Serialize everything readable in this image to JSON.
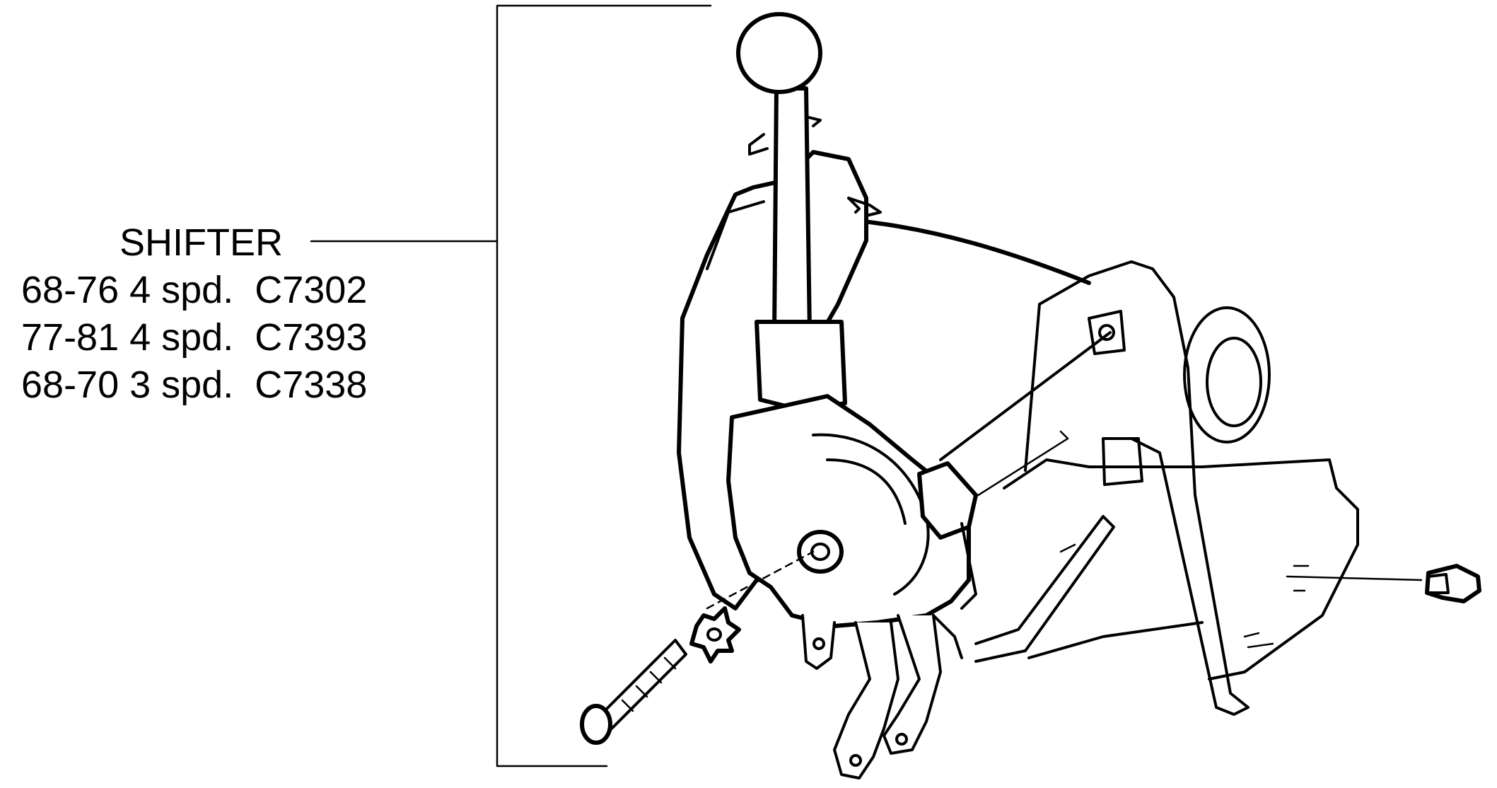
{
  "callout": {
    "title": "SHIFTER",
    "lines": [
      "68-76 4 spd.  C7302",
      "77-81 4 spd.  C7393",
      "68-70 3 spd.  C7338"
    ]
  },
  "icons": {
    "shifter_assembly": "shifter-assembly-illustration",
    "bracket": "grouping-bracket"
  }
}
